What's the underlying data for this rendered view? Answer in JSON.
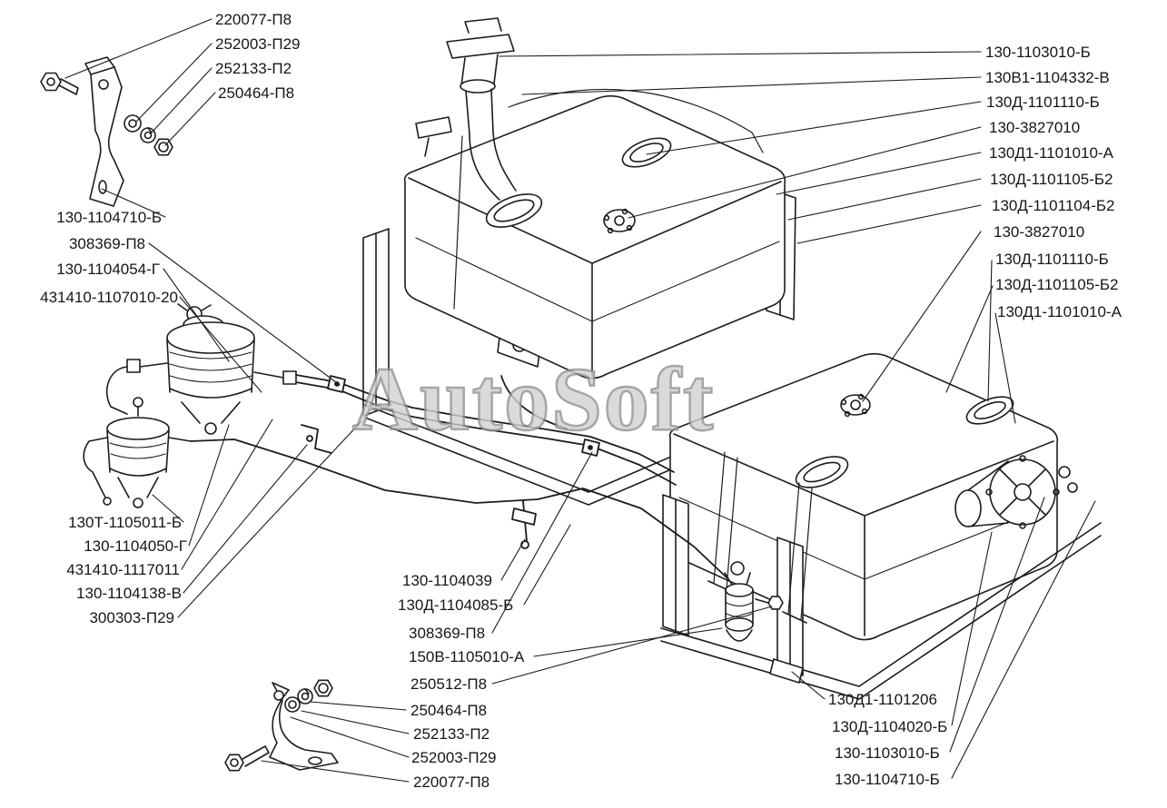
{
  "page": {
    "background_color": "#ffffff",
    "ink_color": "#1c1c1c",
    "watermark_color": "#c9c9c9"
  },
  "watermark": {
    "text": "AutoSoft"
  },
  "callouts": [
    {
      "text": "220077-П8"
    },
    {
      "text": "252003-П29"
    },
    {
      "text": "252133-П2"
    },
    {
      "text": "250464-П8"
    },
    {
      "text": "130-1104710-Б"
    },
    {
      "text": "308369-П8"
    },
    {
      "text": "130-1104054-Г"
    },
    {
      "text": "431410-1107010-20"
    },
    {
      "text": "130Т-1105011-Б"
    },
    {
      "text": "130-1104050-Г"
    },
    {
      "text": "431410-1117011"
    },
    {
      "text": "130-1104138-В"
    },
    {
      "text": "300303-П29"
    },
    {
      "text": "130-1104039"
    },
    {
      "text": "130Д-1104085-Б"
    },
    {
      "text": "308369-П8"
    },
    {
      "text": "150В-1105010-А"
    },
    {
      "text": "250512-П8"
    },
    {
      "text": "250464-П8"
    },
    {
      "text": "252133-П2"
    },
    {
      "text": "252003-П29"
    },
    {
      "text": "220077-П8"
    },
    {
      "text": "130-1103010-Б"
    },
    {
      "text": "130В1-1104332-В"
    },
    {
      "text": "130Д-1101110-Б"
    },
    {
      "text": "130-3827010"
    },
    {
      "text": "130Д1-1101010-А"
    },
    {
      "text": "130Д-1101105-Б2"
    },
    {
      "text": "130Д-1101104-Б2"
    },
    {
      "text": "130-3827010"
    },
    {
      "text": "130Д-1101110-Б"
    },
    {
      "text": "130Д-1101105-Б2"
    },
    {
      "text": "130Д1-1101010-А"
    },
    {
      "text": "130Д1-1101206"
    },
    {
      "text": "130Д-1104020-Б"
    },
    {
      "text": "130-1103010-Б"
    },
    {
      "text": "130-1104710-Б"
    }
  ]
}
